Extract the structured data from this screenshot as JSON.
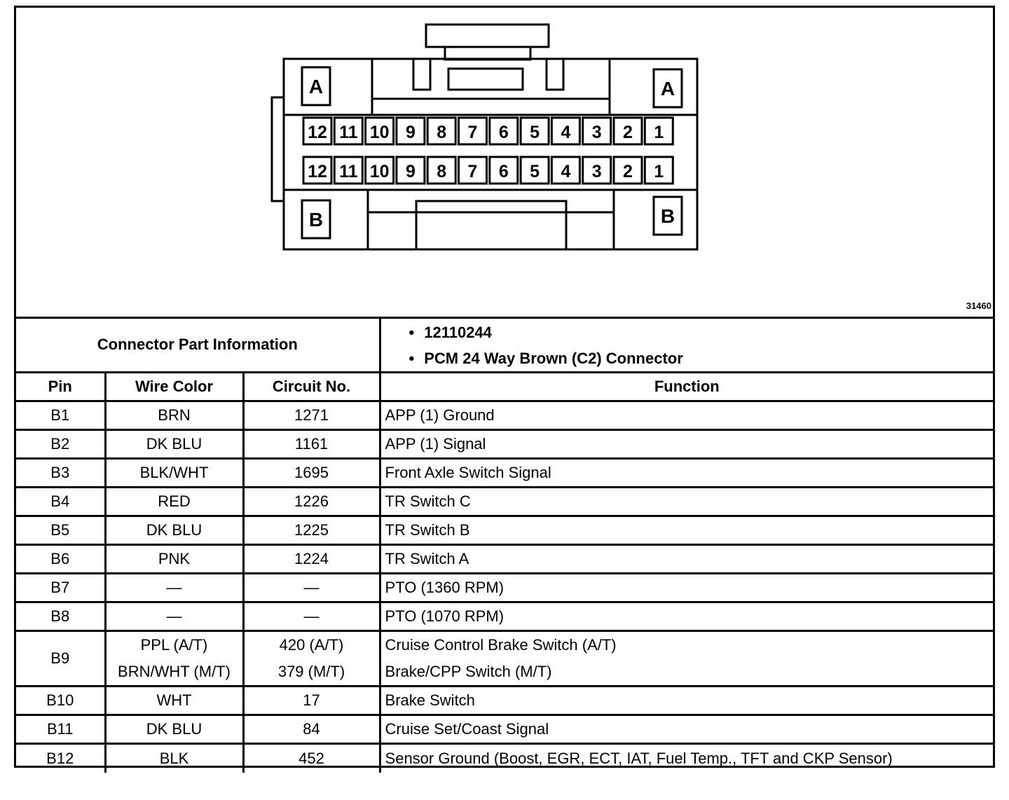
{
  "diagram": {
    "figure_number": "31460",
    "row_a_label": "A",
    "row_b_label": "B",
    "pins": [
      "12",
      "11",
      "10",
      "9",
      "8",
      "7",
      "6",
      "5",
      "4",
      "3",
      "2",
      "1"
    ]
  },
  "part_info": {
    "label": "Connector Part Information",
    "items": [
      "12110244",
      "PCM 24 Way Brown (C2) Connector"
    ]
  },
  "columns": [
    "Pin",
    "Wire Color",
    "Circuit No.",
    "Function"
  ],
  "rows": [
    {
      "pin": "B1",
      "wire": [
        "BRN"
      ],
      "circuit": [
        "1271"
      ],
      "function": [
        "APP (1) Ground"
      ]
    },
    {
      "pin": "B2",
      "wire": [
        "DK BLU"
      ],
      "circuit": [
        "1161"
      ],
      "function": [
        "APP (1) Signal"
      ]
    },
    {
      "pin": "B3",
      "wire": [
        "BLK/WHT"
      ],
      "circuit": [
        "1695"
      ],
      "function": [
        "Front Axle Switch Signal"
      ]
    },
    {
      "pin": "B4",
      "wire": [
        "RED"
      ],
      "circuit": [
        "1226"
      ],
      "function": [
        "TR Switch C"
      ]
    },
    {
      "pin": "B5",
      "wire": [
        "DK BLU"
      ],
      "circuit": [
        "1225"
      ],
      "function": [
        "TR Switch B"
      ]
    },
    {
      "pin": "B6",
      "wire": [
        "PNK"
      ],
      "circuit": [
        "1224"
      ],
      "function": [
        "TR Switch A"
      ]
    },
    {
      "pin": "B7",
      "wire": [
        "—"
      ],
      "circuit": [
        "—"
      ],
      "function": [
        "PTO (1360 RPM)"
      ]
    },
    {
      "pin": "B8",
      "wire": [
        "—"
      ],
      "circuit": [
        "—"
      ],
      "function": [
        "PTO (1070 RPM)"
      ]
    },
    {
      "pin": "B9",
      "wire": [
        "PPL (A/T)",
        "BRN/WHT (M/T)"
      ],
      "circuit": [
        "420 (A/T)",
        "379 (M/T)"
      ],
      "function": [
        "Cruise Control Brake Switch (A/T)",
        "Brake/CPP Switch (M/T)"
      ]
    },
    {
      "pin": "B10",
      "wire": [
        "WHT"
      ],
      "circuit": [
        "17"
      ],
      "function": [
        "Brake Switch"
      ]
    },
    {
      "pin": "B11",
      "wire": [
        "DK BLU"
      ],
      "circuit": [
        "84"
      ],
      "function": [
        "Cruise Set/Coast Signal"
      ]
    },
    {
      "pin": "B12",
      "wire": [
        "BLK"
      ],
      "circuit": [
        "452"
      ],
      "function": [
        "Sensor Ground (Boost, EGR, ECT, IAT, Fuel Temp., TFT and CKP Sensor)"
      ]
    }
  ]
}
